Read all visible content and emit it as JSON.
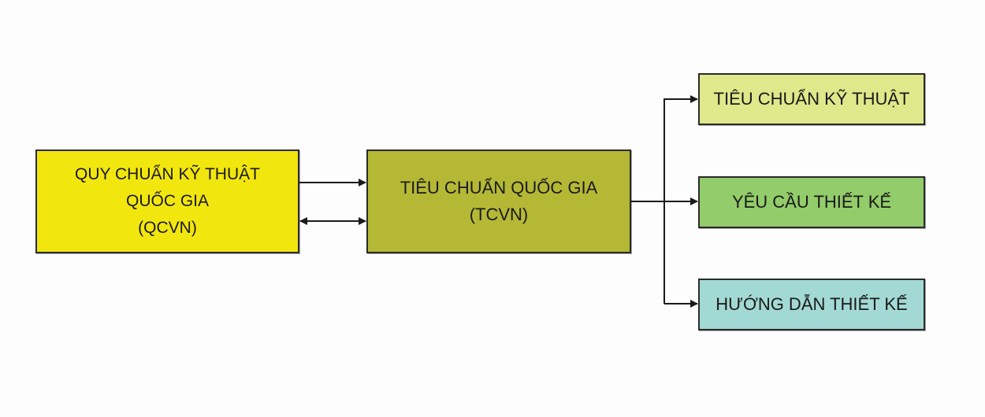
{
  "diagram": {
    "source_box": {
      "lines": [
        "QUY CHUẨN KỸ THUẬT",
        "QUỐC GIA",
        "(QCVN)"
      ],
      "color": "#f2e60f"
    },
    "center_box": {
      "lines": [
        "TIÊU CHUẨN QUỐC GIA",
        "(TCVN)"
      ],
      "color": "#b5b835"
    },
    "branches": [
      {
        "label": "TIÊU CHUẨN KỸ THUẬT",
        "color": "#dfe88a"
      },
      {
        "label": "YÊU CẦU THIẾT KẾ",
        "color": "#93cc6a"
      },
      {
        "label": "HƯỚNG DẪN THIẾT KẾ",
        "color": "#a3d9d4"
      }
    ],
    "line_color": "#1a1a1a"
  }
}
